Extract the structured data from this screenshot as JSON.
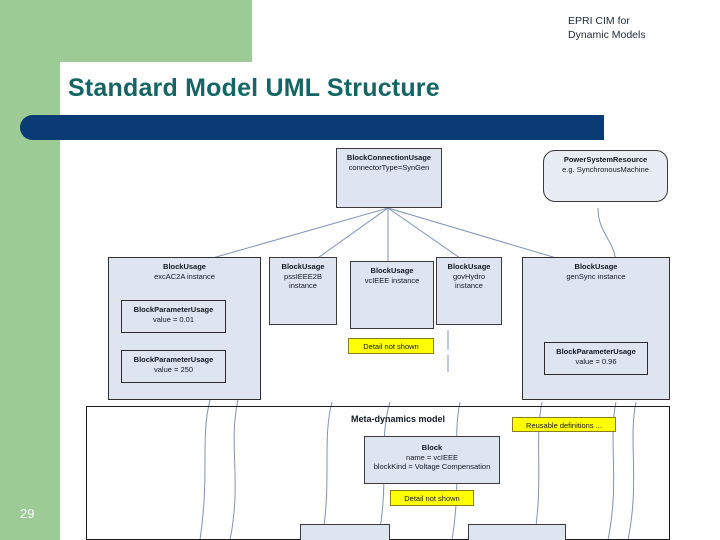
{
  "slide": {
    "header_line1": "EPRI CIM for",
    "header_line2": "Dynamic Models",
    "title": "Standard Model UML Structure",
    "page_number": "29",
    "accent_green": "#9ccb96",
    "accent_navy": "#0a3b74",
    "title_color": "#156565",
    "note_yellow": "#ffff00",
    "node_fill": "#dfe5f0"
  },
  "diagram": {
    "top_nodes": [
      {
        "name": "block-connection-usage",
        "line1": "BlockConnectionUsage",
        "line2": "connectorType=SynGen"
      },
      {
        "name": "power-system-resource",
        "line1": "PowerSystemResource",
        "line2": "e.g. SynchronousMachine"
      }
    ],
    "usage_groups": [
      {
        "name": "block-usage-excac2a",
        "line1": "BlockUsage",
        "line2": "excAC2A  instance",
        "params": [
          {
            "line1": "BlockParameterUsage",
            "line2": "value = 0.01"
          },
          {
            "line1": "BlockParameterUsage",
            "line2": "value = 250"
          }
        ]
      },
      {
        "name": "block-usage-pssieee2b",
        "line1": "BlockUsage",
        "line2": "pssIEEE2B",
        "line3": "instance",
        "params": []
      },
      {
        "name": "block-usage-vcieee",
        "line1": "BlockUsage",
        "line2": "vcIEEE instance",
        "params": []
      },
      {
        "name": "block-usage-govhydro",
        "line1": "BlockUsage",
        "line2": "govHydro",
        "line3": "instance",
        "params": []
      },
      {
        "name": "block-usage-gensync",
        "line1": "BlockUsage",
        "line2": "genSync instance",
        "params": [
          {
            "line1": "BlockParameterUsage",
            "line2": "value = 0.96"
          }
        ]
      }
    ],
    "notes": [
      {
        "name": "detail-note-upper",
        "text": "Detail not shown"
      },
      {
        "name": "reusable-note",
        "text": "Reusable definitions ..."
      },
      {
        "name": "detail-note-lower",
        "text": "Detail not shown"
      }
    ],
    "meta_section": {
      "label": "Meta-dynamics model",
      "block": {
        "line1": "Block",
        "line2": "name = vcIEEE",
        "line3": "blockKind = Voltage Compensation"
      }
    }
  }
}
